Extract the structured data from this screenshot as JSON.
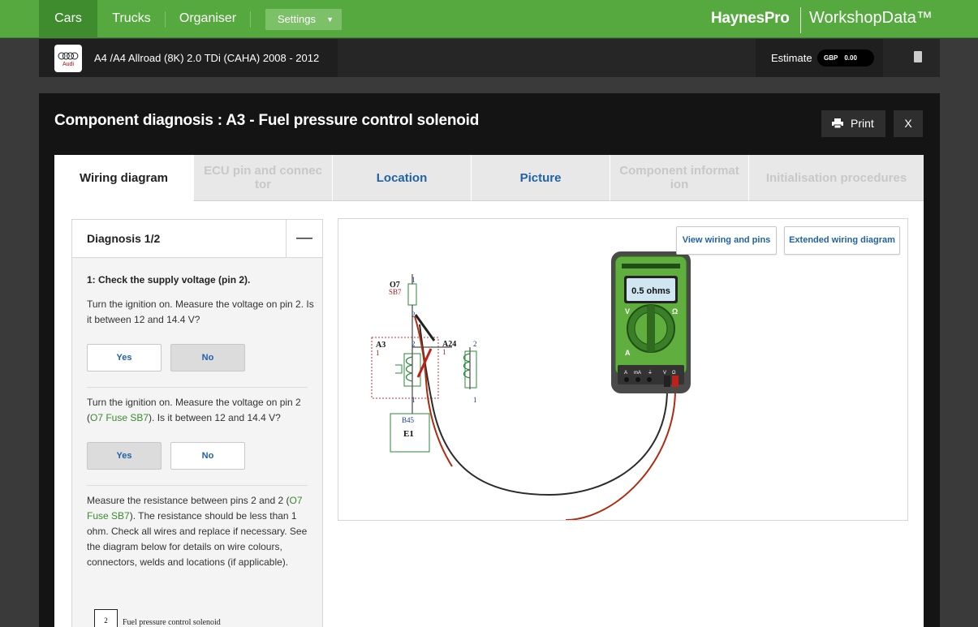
{
  "topnav": {
    "items": [
      {
        "label": "Cars",
        "active": true
      },
      {
        "label": "Trucks",
        "active": false
      },
      {
        "label": "Organiser",
        "active": false
      }
    ],
    "settings_label": "Settings",
    "brand": "HaynesPro",
    "product": "WorkshopData™"
  },
  "subbar": {
    "make_logo_text": "Audi",
    "vehicle": "A4 /A4 Allroad (8K) 2.0 TDi (CAHA) 2008 - 2012",
    "estimate_label": "Estimate",
    "currency": "GBP",
    "amount": "0.00"
  },
  "modal": {
    "title": "Component diagnosis : A3 - Fuel pressure control solenoid",
    "print_label": "Print",
    "close_label": "X"
  },
  "tabs": [
    {
      "label": "Wiring diagram",
      "state": "active"
    },
    {
      "label": "ECU pin and connec tor",
      "state": "disabled"
    },
    {
      "label": "Location",
      "state": "link"
    },
    {
      "label": "Picture",
      "state": "link"
    },
    {
      "label": "Component informat ion",
      "state": "disabled"
    },
    {
      "label": "Initialisation procedures",
      "state": "disabled"
    }
  ],
  "diagnosis": {
    "title": "Diagnosis 1/2",
    "collapse_symbol": "—",
    "step_title": "1: Check the supply voltage (pin 2).",
    "q1": "Turn the ignition on. Measure the voltage on pin 2. Is it between 12 and 14.4 V?",
    "q1_yes": "Yes",
    "q1_no": "No",
    "q2_a": "Turn the ignition on. Measure the voltage on pin 2 (",
    "q2_link": "O7 Fuse SB7",
    "q2_b": "). Is it between 12 and 14.4 V?",
    "q2_yes": "Yes",
    "q2_no": "No",
    "q3_a": "Measure the resistance between pins 2 and 2 (",
    "q3_link": "O7 Fuse SB7",
    "q3_b": "). The resistance should be less than 1 ohm. Check all wires and replace if necessary. See the diagram below for details on wire colours, connectors, welds and locations (if applicable).",
    "legend_num": "2",
    "legend_text": "Fuel pressure control solenoid"
  },
  "diagram": {
    "view_wiring_label": "View wiring and pins",
    "extended_label": "Extended wiring diagram",
    "meter_reading": "0.5 ohms",
    "labels": {
      "fuse_id": "O7",
      "fuse_sub": "SB7",
      "comp_a3": "A3",
      "comp_a24": "A24",
      "comp_b45": "B45",
      "comp_e1": "E1",
      "one": "1",
      "two": "2"
    },
    "meter_terminals": [
      "A",
      "mA",
      "⏚",
      "V",
      "Ω"
    ],
    "meter_dial": [
      "V",
      "Ω",
      "A"
    ],
    "colors": {
      "meter_body": "#5fae3e",
      "probe_red": "#c0201a",
      "probe_black": "#222222",
      "wire_red": "#b02a10"
    }
  }
}
